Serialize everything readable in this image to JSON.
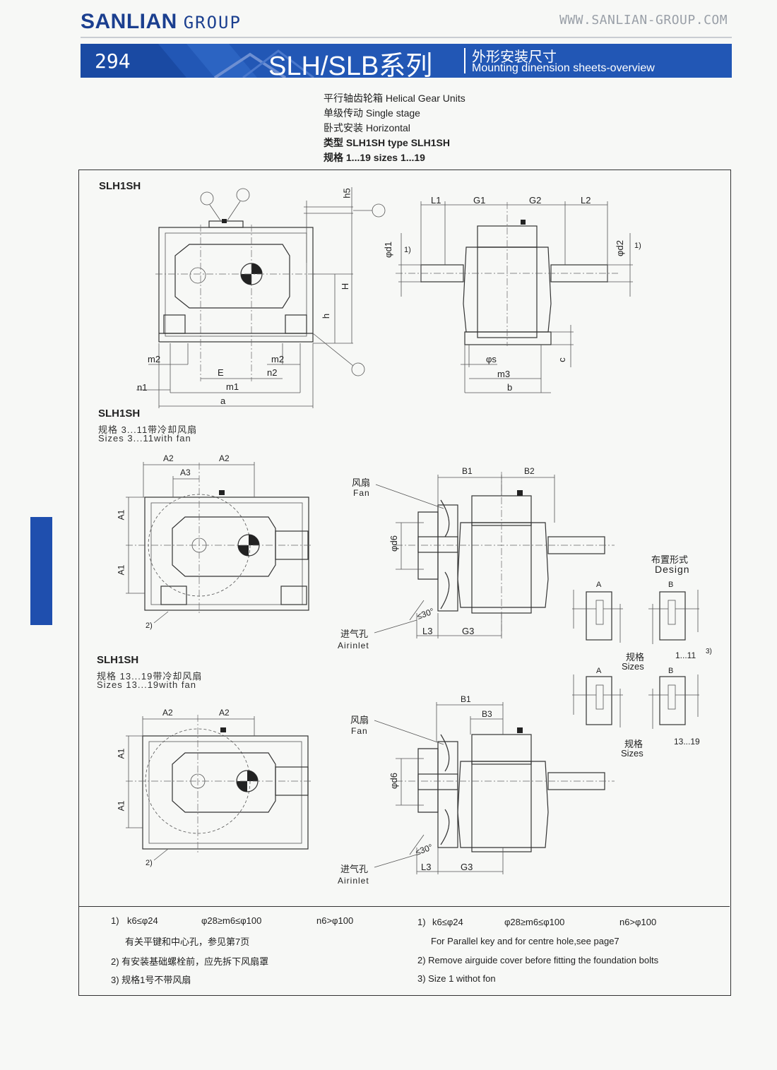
{
  "header": {
    "brand_bold": "SANLIAN",
    "brand_light": "GROUP",
    "website": "WWW.SANLIAN-GROUP.COM",
    "page_number": "294",
    "series": "SLH/SLB系列",
    "title_cn": "外形安装尺寸",
    "title_en": "Mounting dinension sheets-overview"
  },
  "spec": {
    "line1": "平行轴齿轮箱 Helical Gear Units",
    "line2": "单级传动 Single stage",
    "line3": "卧式安装 Horizontal",
    "line4": "类型 SLH1SH type SLH1SH",
    "line5": "规格 1...19 sizes 1...19"
  },
  "section1": {
    "title": "SLH1SH",
    "dims": {
      "h5": "h5",
      "H": "H",
      "h": "h",
      "m2a": "m2",
      "m2b": "m2",
      "E": "E",
      "n2": "n2",
      "n1": "n1",
      "m1": "m1",
      "a": "a",
      "L1": "L1",
      "G1": "G1",
      "G2": "G2",
      "L2": "L2",
      "d1": "φd1",
      "d2": "φd2",
      "fn1": "1)",
      "fn2": "1)",
      "s": "φs",
      "m3": "m3",
      "b": "b",
      "c": "c"
    }
  },
  "section2": {
    "title": "SLH1SH",
    "sub_cn": "规格 3...11带冷却风扇",
    "sub_en": "Sizes 3...11with fan",
    "dims": {
      "A2a": "A2",
      "A2b": "A2",
      "A3": "A3",
      "A1a": "A1",
      "A1b": "A1",
      "fn": "2)",
      "B1": "B1",
      "B2": "B2",
      "fan_cn": "风扇",
      "fan_en": "Fan",
      "d6": "φd6",
      "angle": "≤30°",
      "L3": "L3",
      "G3": "G3",
      "air_cn": "进气孔",
      "air_en": "Airinlet"
    }
  },
  "design": {
    "title_cn": "布置形式",
    "title_en": "Design",
    "row1": {
      "a": "A",
      "b": "B",
      "sizes_cn": "规格",
      "sizes_en": "Sizes",
      "range": "1...11",
      "fn": "3)"
    },
    "row2": {
      "a": "A",
      "b": "B",
      "sizes_cn": "规格",
      "sizes_en": "Sizes",
      "range": "13...19"
    }
  },
  "section3": {
    "title": "SLH1SH",
    "sub_cn": "规格 13...19带冷却风扇",
    "sub_en": "Sizes 13...19with fan",
    "dims": {
      "A2a": "A2",
      "A2b": "A2",
      "A1a": "A1",
      "A1b": "A1",
      "fn": "2)",
      "B1": "B1",
      "B3": "B3",
      "fan_cn": "风扇",
      "fan_en": "Fan",
      "d6": "φd6",
      "angle": "≤30°",
      "L3": "L3",
      "G3": "G3",
      "air_cn": "进气孔",
      "air_en": "Airinlet"
    }
  },
  "notes": {
    "cn": {
      "n1_mark": "1)",
      "n1_a": "k6≤φ24",
      "n1_b": "φ28≥m6≤φ100",
      "n1_c": "n6>φ100",
      "n1_text": "有关平键和中心孔，参见第7页",
      "n2": "2) 有安装基础螺栓前，应先拆下风扇罩",
      "n3": "3) 规格1号不带风扇"
    },
    "en": {
      "n1_mark": "1)",
      "n1_a": "k6≤φ24",
      "n1_b": "φ28≥m6≤φ100",
      "n1_c": "n6>φ100",
      "n1_text": "For Parallel key and for centre hole,see page7",
      "n2": "2) Remove airguide cover before fitting the foundation bolts",
      "n3": "3) Size 1 withot fon"
    }
  }
}
